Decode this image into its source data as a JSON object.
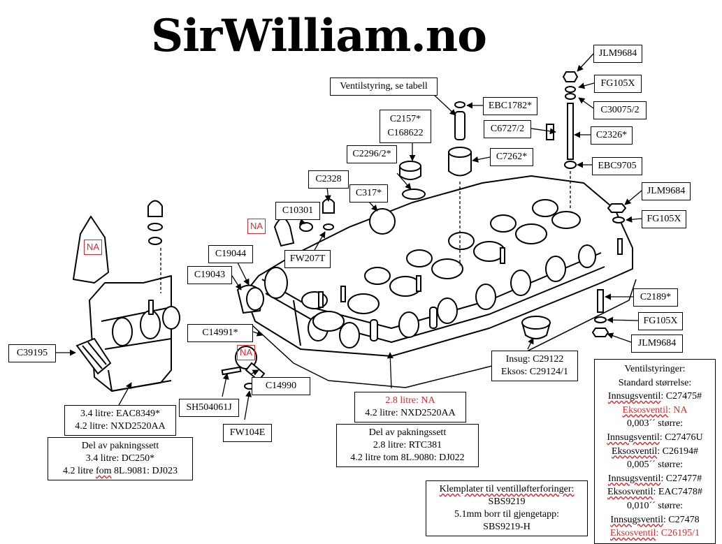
{
  "title": "SirWilliam.no",
  "colors": {
    "accent": "#e0262b",
    "line": "#000000"
  },
  "labels": {
    "jlm9684_top": "JLM9684",
    "fg105x_top": "FG105X",
    "c30075": "C30075/2",
    "c2326": "C2326*",
    "ebc9705": "EBC9705",
    "jlm9684_mid": "JLM9684",
    "fg105x_mid": "FG105X",
    "c2189": "C2189*",
    "fg105x_low": "FG105X",
    "jlm9684_low": "JLM9684",
    "ventilstyring": "Ventilstyring, se tabell",
    "ebc1782": "EBC1782*",
    "c6727": "C6727/2",
    "c7262": "C7262*",
    "c2157_line1": "C2157*",
    "c2157_line2": "C168622",
    "c2296": "C2296/2*",
    "c2328": "C2328",
    "c317": "C317*",
    "c10301": "C10301",
    "fw207t": "FW207T",
    "c19044": "C19044",
    "c19043": "C19043",
    "c14991": "C14991*",
    "c14990": "C14990",
    "sh504061j": "SH504061J",
    "fw104e": "FW104E",
    "c39195": "C39195",
    "na1": "NA",
    "na2": "NA",
    "na3": "NA"
  },
  "left_part": {
    "line1": "3.4 litre: EAC8349*",
    "line2": "4.2 litre: NXD2520AA"
  },
  "left_gasket": {
    "line1": "Del av pakningssett",
    "line2": "3.4 litre: DC250*",
    "line3_pre": "4.2 litre ",
    "line3_fom": "fom",
    "line3_post": " 8L.9081: DJ023"
  },
  "mid_part": {
    "line1": "2.8 litre: NA",
    "line2": "4.2 litre: NXD2520AA"
  },
  "mid_gasket": {
    "line1": "Del av pakningssett",
    "line2": "2.8 litre: RTC381",
    "line3": "4.2 litre tom 8L.9080: DJ022"
  },
  "insug": {
    "line1": "Insug: C29122",
    "line2": "Eksos: C29124/1"
  },
  "klemplater": {
    "line1": "Klemplater til ventilløfterforinger:",
    "line2": "SBS9219",
    "line3": "5.1mm borr til gjengetapp:",
    "line4": "SBS9219-H"
  },
  "ventil_table": {
    "heading": "Ventilstyringer:",
    "standard": "Standard størrelse:",
    "rows": [
      {
        "kind": "Innsugsventil",
        "value": ": C27475#",
        "red": false
      },
      {
        "kind": "Eksosventil",
        "value": ": NA",
        "red": true
      },
      {
        "size": "0,003´´ større:"
      },
      {
        "kind": "Innsugsventil",
        "value": ": C27476U",
        "red": false
      },
      {
        "kind": "Eksosventil",
        "value": ": C26194#",
        "red": false
      },
      {
        "size": "0,005´´ større:"
      },
      {
        "kind": "Innsugsventil",
        "value": ": C27477#",
        "red": false
      },
      {
        "kind": "Eksosventil",
        "value": ": EAC7478#",
        "red": false
      },
      {
        "size": "0,010´´ større:"
      },
      {
        "kind": "Innsugsventil",
        "value": ": C27478",
        "red": false
      },
      {
        "kind": "Eksosventil",
        "value": ": C26195/1",
        "red": true
      }
    ]
  }
}
